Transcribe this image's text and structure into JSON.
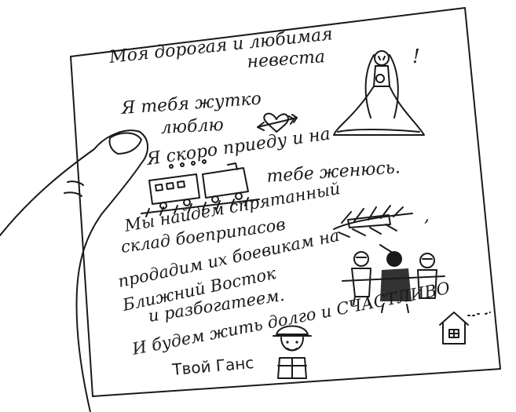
{
  "letter": {
    "greeting_line1": "Моя дорогая и любимая",
    "greeting_line2": "невеста",
    "exclamation": "!",
    "love_line1": "Я тебя жутко",
    "love_line2": "люблю",
    "arrive_line1": "Я скоро приеду и на",
    "arrive_line2": "тебе женюсь.",
    "plan_line1": "Мы найдем спрятанный",
    "plan_line2": "склад боеприпасов",
    "plan_line2_tail": ",",
    "plan_line3": "продадим их боевикам на",
    "plan_line4": "Ближний Восток",
    "plan_line5": "и разбогатеем.",
    "closing_line": "И будем жить долго и СЧАСТЛИВО",
    "signature": "Твой Ганс"
  },
  "drawings": {
    "bride": "bride-figure",
    "heart": "heart-with-arrow",
    "train": "train",
    "hidden_cache": "hidden-cache-under-branches",
    "fighters": "armed-fighters",
    "house": "house",
    "soldier": "soldier-in-helmet",
    "thumb": "holding-thumb"
  }
}
